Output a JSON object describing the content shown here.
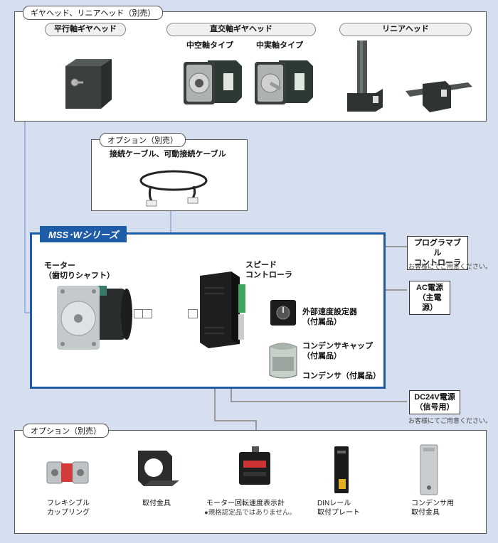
{
  "top_section": {
    "tag": "ギヤヘッド、リニアヘッド（別売）",
    "parallel": {
      "title": "平行軸ギヤヘッド"
    },
    "orthogonal": {
      "title": "直交軸ギヤヘッド",
      "hollow": "中空軸タイプ",
      "solid": "中実軸タイプ"
    },
    "linear": {
      "title": "リニアヘッド"
    }
  },
  "cable_option": {
    "tag": "オプション（別売）",
    "label": "接続ケーブル、可動接続ケーブル"
  },
  "series": {
    "title": "MSS･Wシリーズ",
    "motor_label_1": "モーター",
    "motor_label_2": "（歯切りシャフト）",
    "speed_controller_1": "スピード",
    "speed_controller_2": "コントローラ",
    "ext_speed_1": "外部速度設定器",
    "ext_speed_2": "（付属品）",
    "cap_cap_1": "コンデンサキャップ",
    "cap_cap_2": "（付属品）",
    "condenser": "コンデンサ（付属品）"
  },
  "right_boxes": {
    "plc_1": "プログラマブル",
    "plc_2": "コントローラ",
    "plc_note": "お客様にてご用意ください。",
    "ac_1": "AC電源",
    "ac_2": "（主電源）",
    "dc_1": "DC24V電源",
    "dc_2": "（信号用）",
    "dc_note": "お客様にてご用意ください。"
  },
  "bottom_section": {
    "tag": "オプション（別売）",
    "coupling_1": "フレキシブル",
    "coupling_2": "カップリング",
    "bracket": "取付金具",
    "tach_1": "モーター回転速度表示計",
    "tach_2": "●規格認定品ではありません。",
    "din_1": "DINレール",
    "din_2": "取付プレート",
    "cond_mount_1": "コンデンサ用",
    "cond_mount_2": "取付金具"
  }
}
